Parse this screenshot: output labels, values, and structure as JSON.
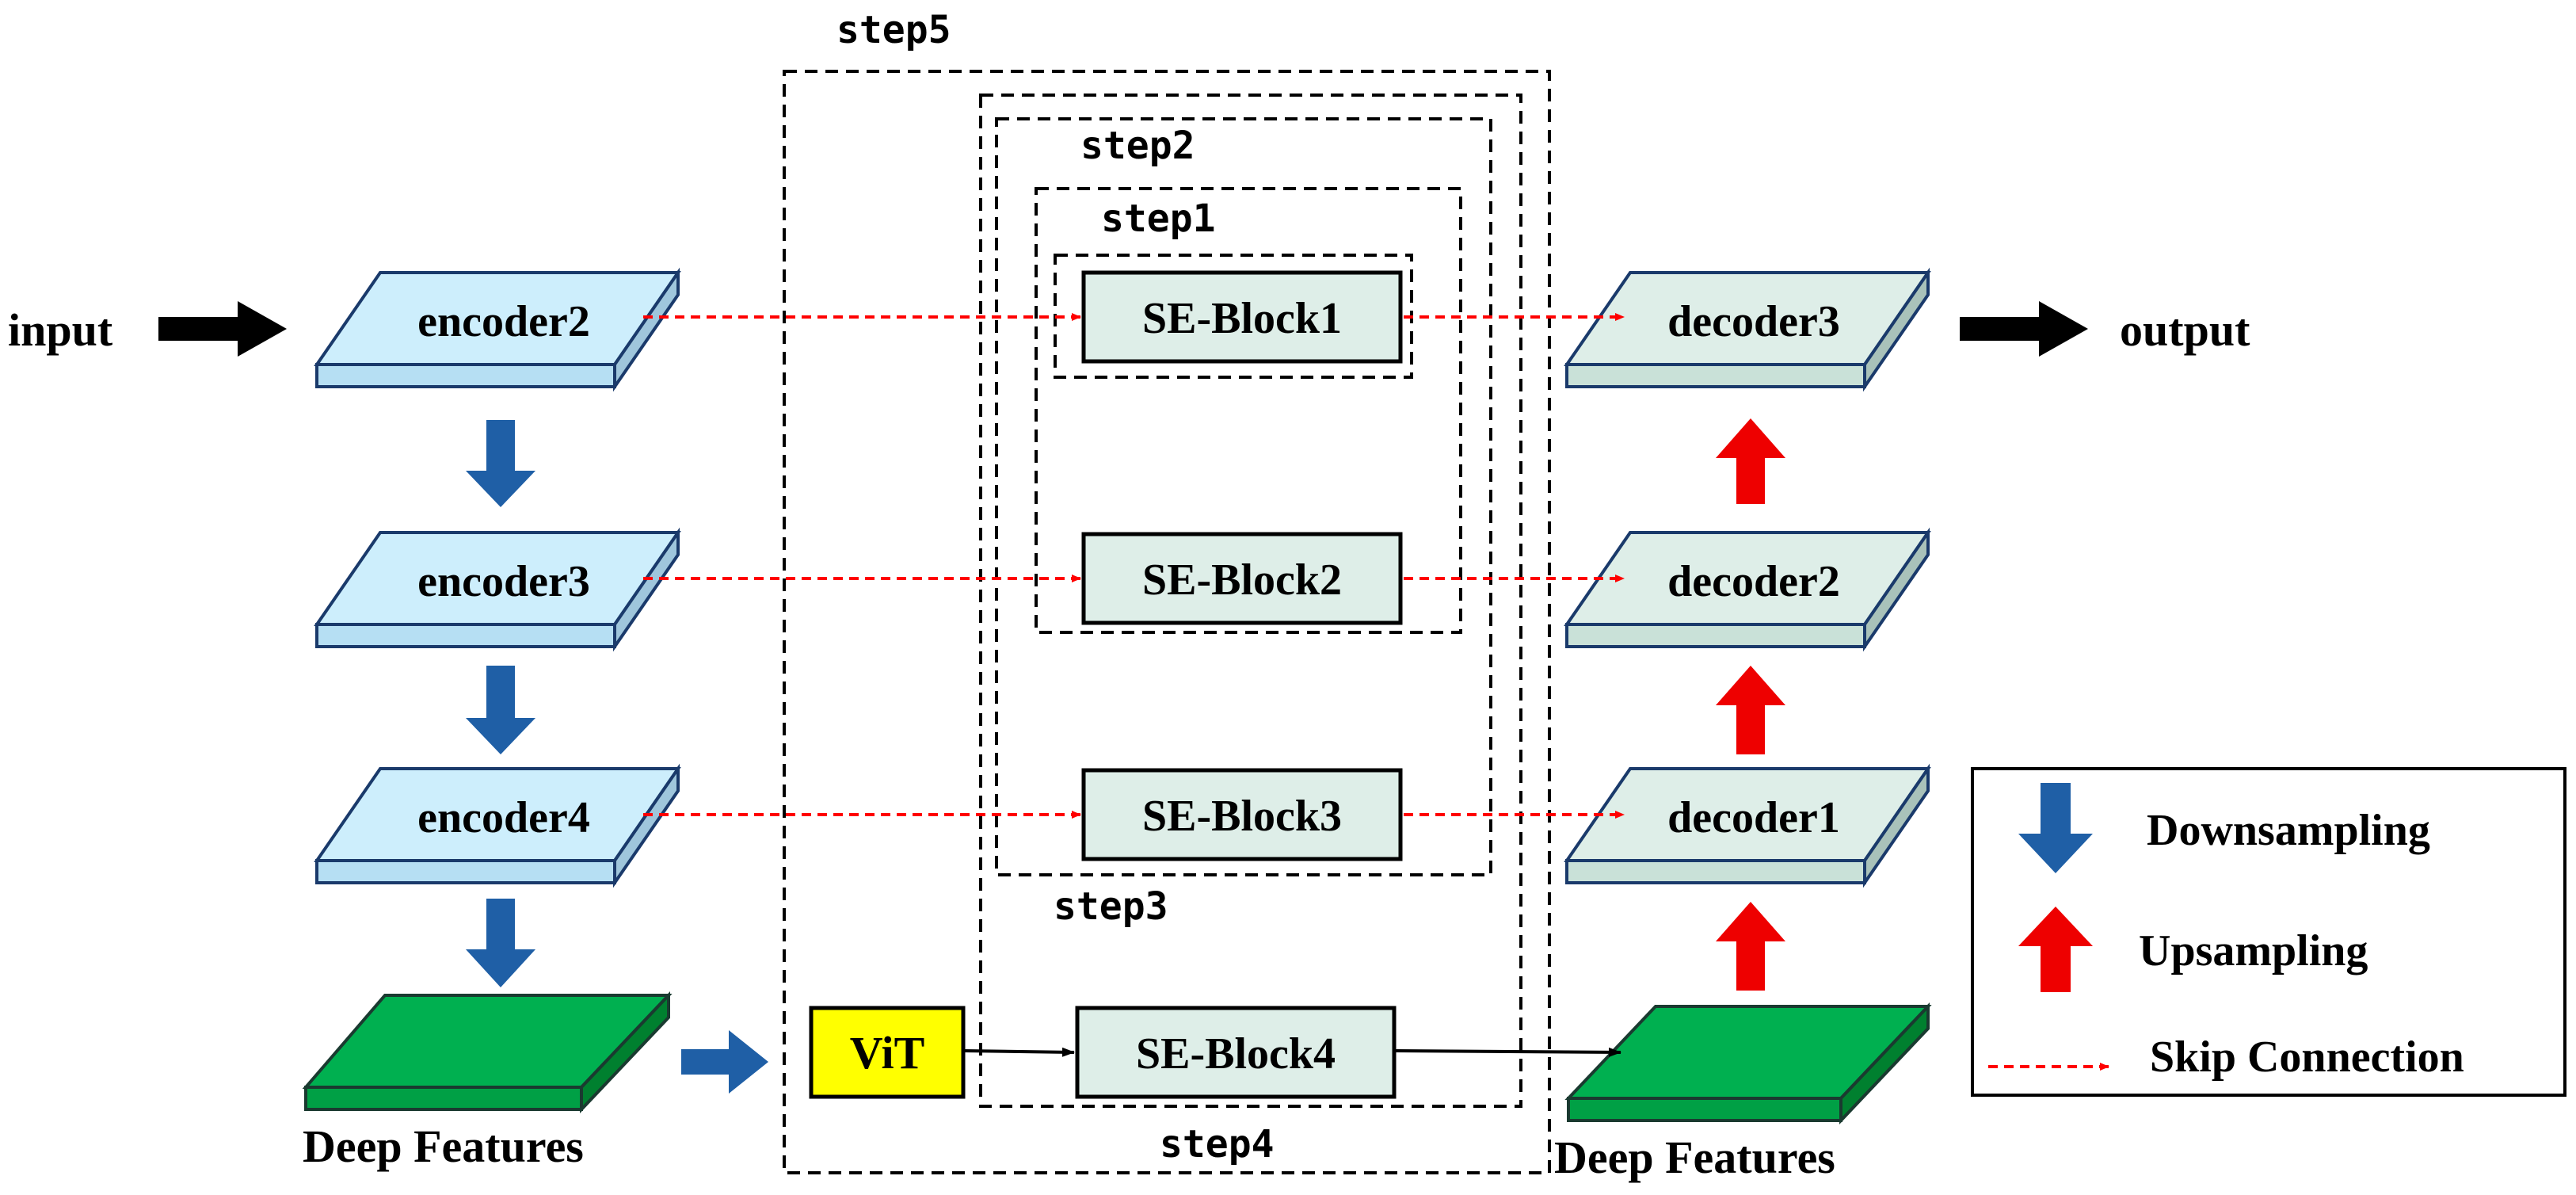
{
  "labels": {
    "input": "input",
    "output": "output",
    "encoder2": "encoder2",
    "encoder3": "encoder3",
    "encoder4": "encoder4",
    "decoder3": "decoder3",
    "decoder2": "decoder2",
    "decoder1": "decoder1",
    "se_block1": "SE-Block1",
    "se_block2": "SE-Block2",
    "se_block3": "SE-Block3",
    "se_block4": "SE-Block4",
    "vit": "ViT",
    "deep_features_left": "Deep Features",
    "deep_features_right": "Deep Features",
    "step1": "step1",
    "step2": "step2",
    "step3": "step3",
    "step4": "step4",
    "step5": "step5"
  },
  "legend": {
    "downsampling": "Downsampling",
    "upsampling": "Upsampling",
    "skip_connection": "Skip Connection"
  },
  "colors": {
    "encoder_fill": "#cdeefc",
    "decoder_fill": "#deeee8",
    "deep_features_fill": "#00b050",
    "vit_fill": "#ffff00",
    "downsampling_arrow": "#1f5fa6",
    "upsampling_arrow": "#ee0000",
    "skip_connection": "#ff0000"
  }
}
